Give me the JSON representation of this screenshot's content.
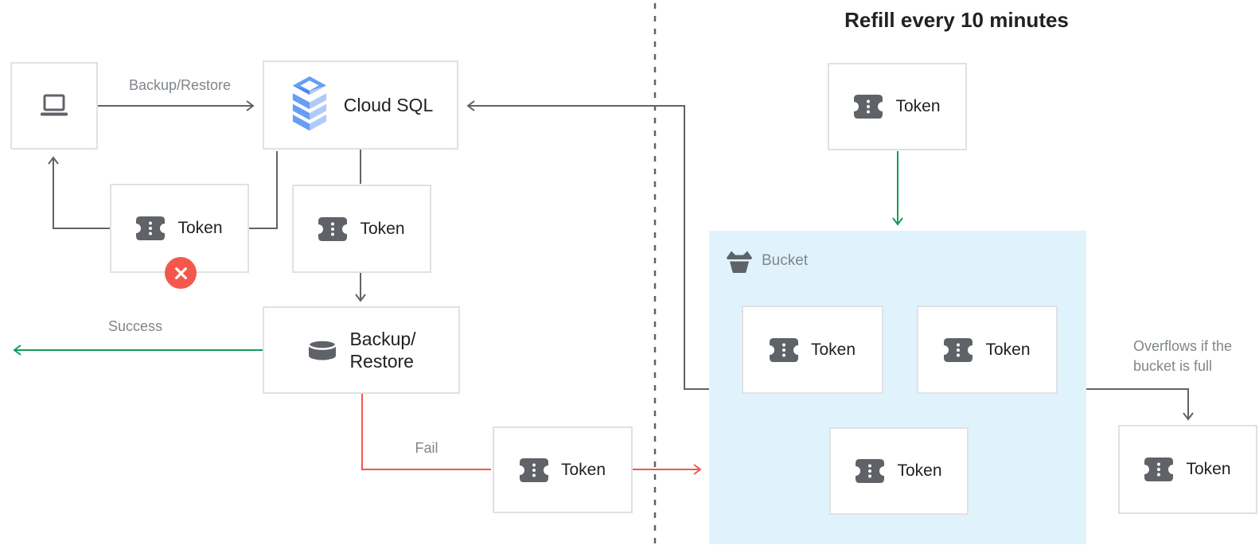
{
  "title": "Refill every 10 minutes",
  "token_label": "Token",
  "nodes": {
    "cloud_sql": "Cloud SQL",
    "backup_restore": {
      "line1": "Backup/",
      "line2": "Restore"
    },
    "bucket": "Bucket"
  },
  "edge_labels": {
    "backup_restore": "Backup/Restore",
    "success": "Success",
    "fail": "Fail",
    "overflow": {
      "line1": "Overflows if the",
      "line2": "bucket is full"
    }
  },
  "icons": {
    "client": "laptop-icon",
    "cloud_sql": "cloud-sql-stack-icon",
    "token": "token-ticket-icon",
    "backup_restore": "database-icon",
    "bucket": "bucket-icon",
    "rejected": "x-circle-icon"
  },
  "colors": {
    "line_gray": "#5f6368",
    "success_green": "#0f9d58",
    "fail_red": "#f4564a",
    "bucket_fill": "#e0f3fc",
    "box_border": "#dfe1e4",
    "label_gray": "#80868b",
    "text_dark": "#202124",
    "cloud_sql_blue_dark": "#4285f4",
    "cloud_sql_blue_mid": "#669df6",
    "cloud_sql_blue_light": "#aecbfa",
    "badge_red": "#f6574d"
  }
}
